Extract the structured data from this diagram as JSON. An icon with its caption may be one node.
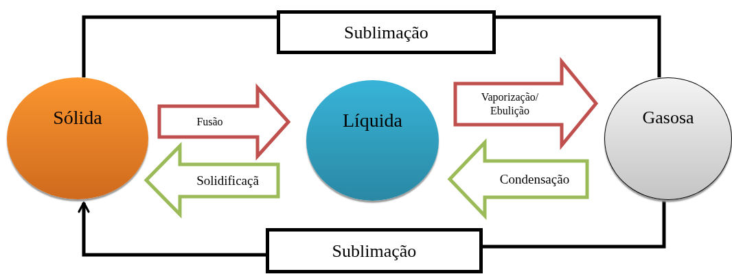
{
  "diagram": {
    "nodes": [
      {
        "text": [
          "Sólida"
        ]
      },
      {
        "text": [
          "Líquida"
        ]
      },
      {
        "text": [
          "Gasosa"
        ]
      },
      {
        "text": [
          "Sublimação"
        ]
      },
      {
        "text": [
          "Sublimação"
        ]
      }
    ],
    "edges": [
      {
        "from": 0,
        "to": 1,
        "arrow": "to",
        "label": "Fusão",
        "style": "thick",
        "color": "#c0504d"
      },
      {
        "from": 1,
        "to": 0,
        "arrow": "to",
        "label": "Solidificaçã",
        "style": "thick",
        "color": "#9bbb59"
      },
      {
        "from": 1,
        "to": 2,
        "arrow": "to",
        "label": "Vaporização/ Ebulição",
        "style": "thick",
        "color": "#c0504d"
      },
      {
        "from": 2,
        "to": 1,
        "arrow": "to",
        "label": "Condensação",
        "style": "thick",
        "color": "#9bbb59"
      },
      {
        "from": 0,
        "to": 3,
        "arrow": "none"
      },
      {
        "from": 3,
        "to": 2,
        "arrow": "none"
      },
      {
        "from": 2,
        "to": 4,
        "arrow": "none"
      },
      {
        "from": 4,
        "to": 0,
        "arrow": "to"
      }
    ]
  }
}
